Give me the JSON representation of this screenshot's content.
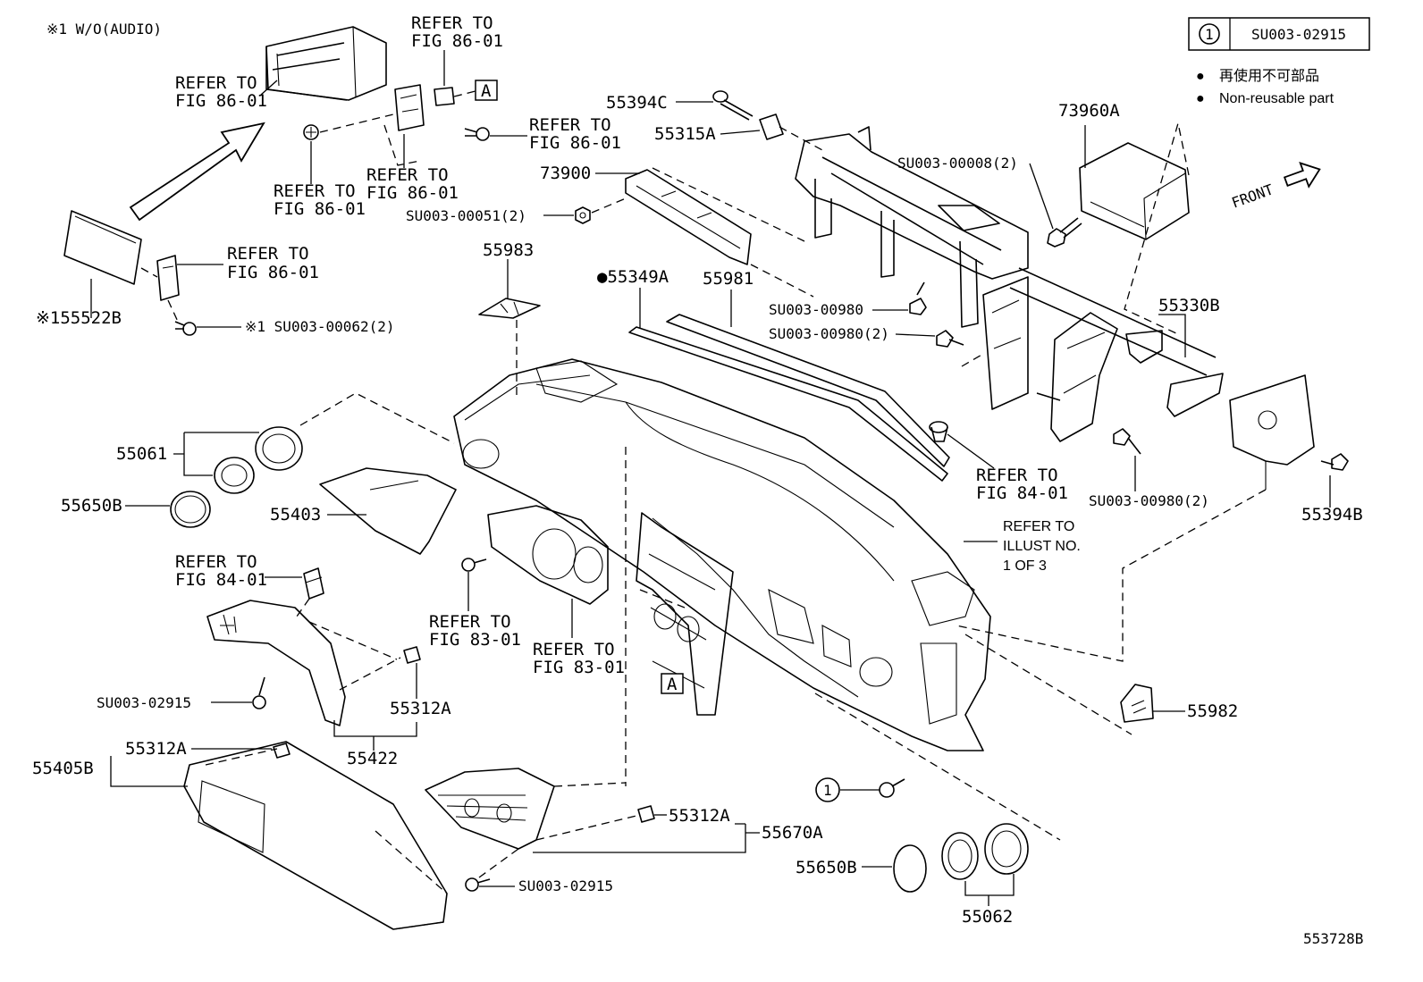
{
  "diagram_id": "553728B",
  "note_wo_audio": "※1 W/O(AUDIO)",
  "legend": {
    "circle_number": "1",
    "circle_part": "SU003-02915",
    "non_reusable_jp": "再使用不可部品",
    "non_reusable_en": "Non-reusable part",
    "bullet": "●"
  },
  "front_label": "FRONT",
  "refer": {
    "to": "REFER TO",
    "fig_86_01": "FIG 86-01",
    "fig_84_01": "FIG 84-01",
    "fig_83_01": "FIG 83-01",
    "illust_1": "REFER TO",
    "illust_2": "ILLUST NO.",
    "illust_3": "1 OF 3"
  },
  "callout_A": "A",
  "parts": {
    "p55394C": "55394C",
    "p55315A": "55315A",
    "p73900": "73900",
    "p_su00051": "SU003-00051(2)",
    "p73960A": "73960A",
    "p_su00008": "SU003-00008(2)",
    "p55983": "55983",
    "p55349A": "●55349A",
    "p55981": "55981",
    "p_su00980a": "SU003-00980",
    "p_su00980b": "SU003-00980(2)",
    "p55330B": "55330B",
    "p55522B": "※155522B",
    "p_su00062": "※1 SU003-00062(2)",
    "p55061": "55061",
    "p55650B_a": "55650B",
    "p55403": "55403",
    "p_su00980c": "SU003-00980(2)",
    "p55394B": "55394B",
    "p_su02915a": "SU003-02915",
    "p55312A_a": "55312A",
    "p55422": "55422",
    "p55405B": "55405B",
    "p55312A_b": "55312A",
    "p55982": "55982",
    "p55312A_c": "55312A",
    "p55670A": "55670A",
    "p_su02915b": "SU003-02915",
    "p55650B_b": "55650B",
    "p55062": "55062",
    "p_circle1": "1"
  }
}
